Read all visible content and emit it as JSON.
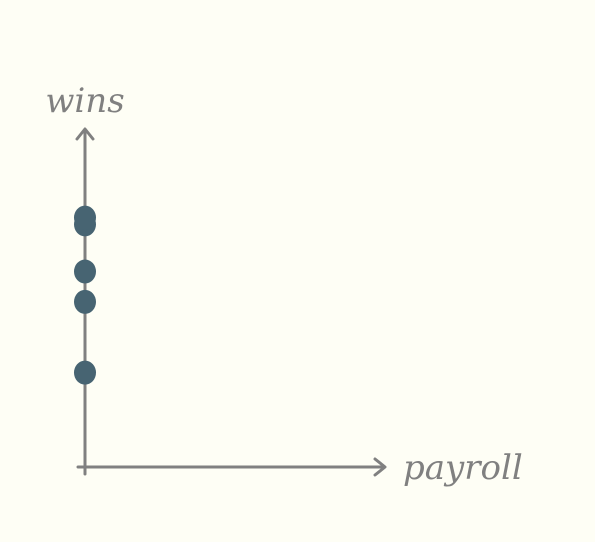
{
  "chart_data": {
    "type": "scatter",
    "xlabel": "payroll",
    "ylabel": "wins",
    "xlim": [
      0,
      10
    ],
    "ylim": [
      0,
      10
    ],
    "grid": false,
    "points": [
      {
        "x": 0,
        "y": 7.2
      },
      {
        "x": 0,
        "y": 7.4
      },
      {
        "x": 0,
        "y": 5.8
      },
      {
        "x": 0,
        "y": 4.9
      },
      {
        "x": 0,
        "y": 2.8
      }
    ]
  },
  "colors": {
    "background": "#fefef5",
    "axis": "#808080",
    "points": "#476472"
  }
}
